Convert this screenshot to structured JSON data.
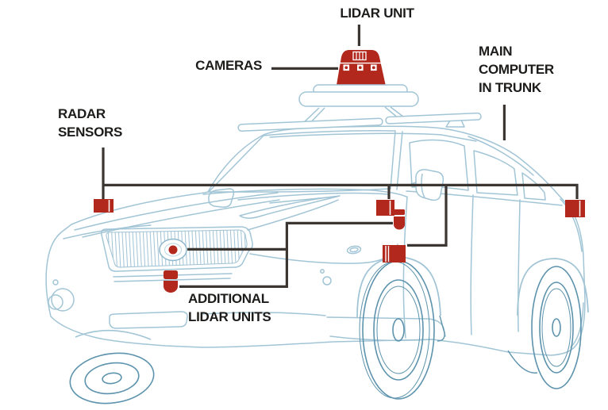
{
  "diagram": {
    "type": "annotated-illustration",
    "subject": "Self-driving car sensor layout",
    "labels": {
      "lidar_unit": "LIDAR UNIT",
      "cameras": "CAMERAS",
      "main_computer": "MAIN\nCOMPUTER\nIN TRUNK",
      "radar_sensors": "RADAR\nSENSORS",
      "additional_lidar_units": "ADDITIONAL\nLIDAR UNITS"
    },
    "components": [
      {
        "name": "lidar-unit-dome",
        "label": "LIDAR UNIT",
        "location": "roof pod, center"
      },
      {
        "name": "cameras",
        "label": "CAMERAS",
        "location": "band of three camera windows on roof dome"
      },
      {
        "name": "main-computer",
        "label": "MAIN COMPUTER IN TRUNK",
        "location": "trunk / rear cargo area"
      },
      {
        "name": "radar-sensors",
        "label": "RADAR SENSORS",
        "count": 4,
        "locations": "front fender, front door, rocker panel, rear fender"
      },
      {
        "name": "additional-lidar-units",
        "label": "ADDITIONAL LIDAR UNITS",
        "count": 3,
        "locations": "grille center hub, below front bumper, front door side"
      }
    ],
    "colors": {
      "sensor_red": "#b2281d",
      "connector_line": "#3b3632",
      "car_line_light": "#a2c5d6",
      "car_line_dark": "#5d93ad",
      "label_text": "#1d1c1a",
      "background": "#ffffff"
    }
  }
}
